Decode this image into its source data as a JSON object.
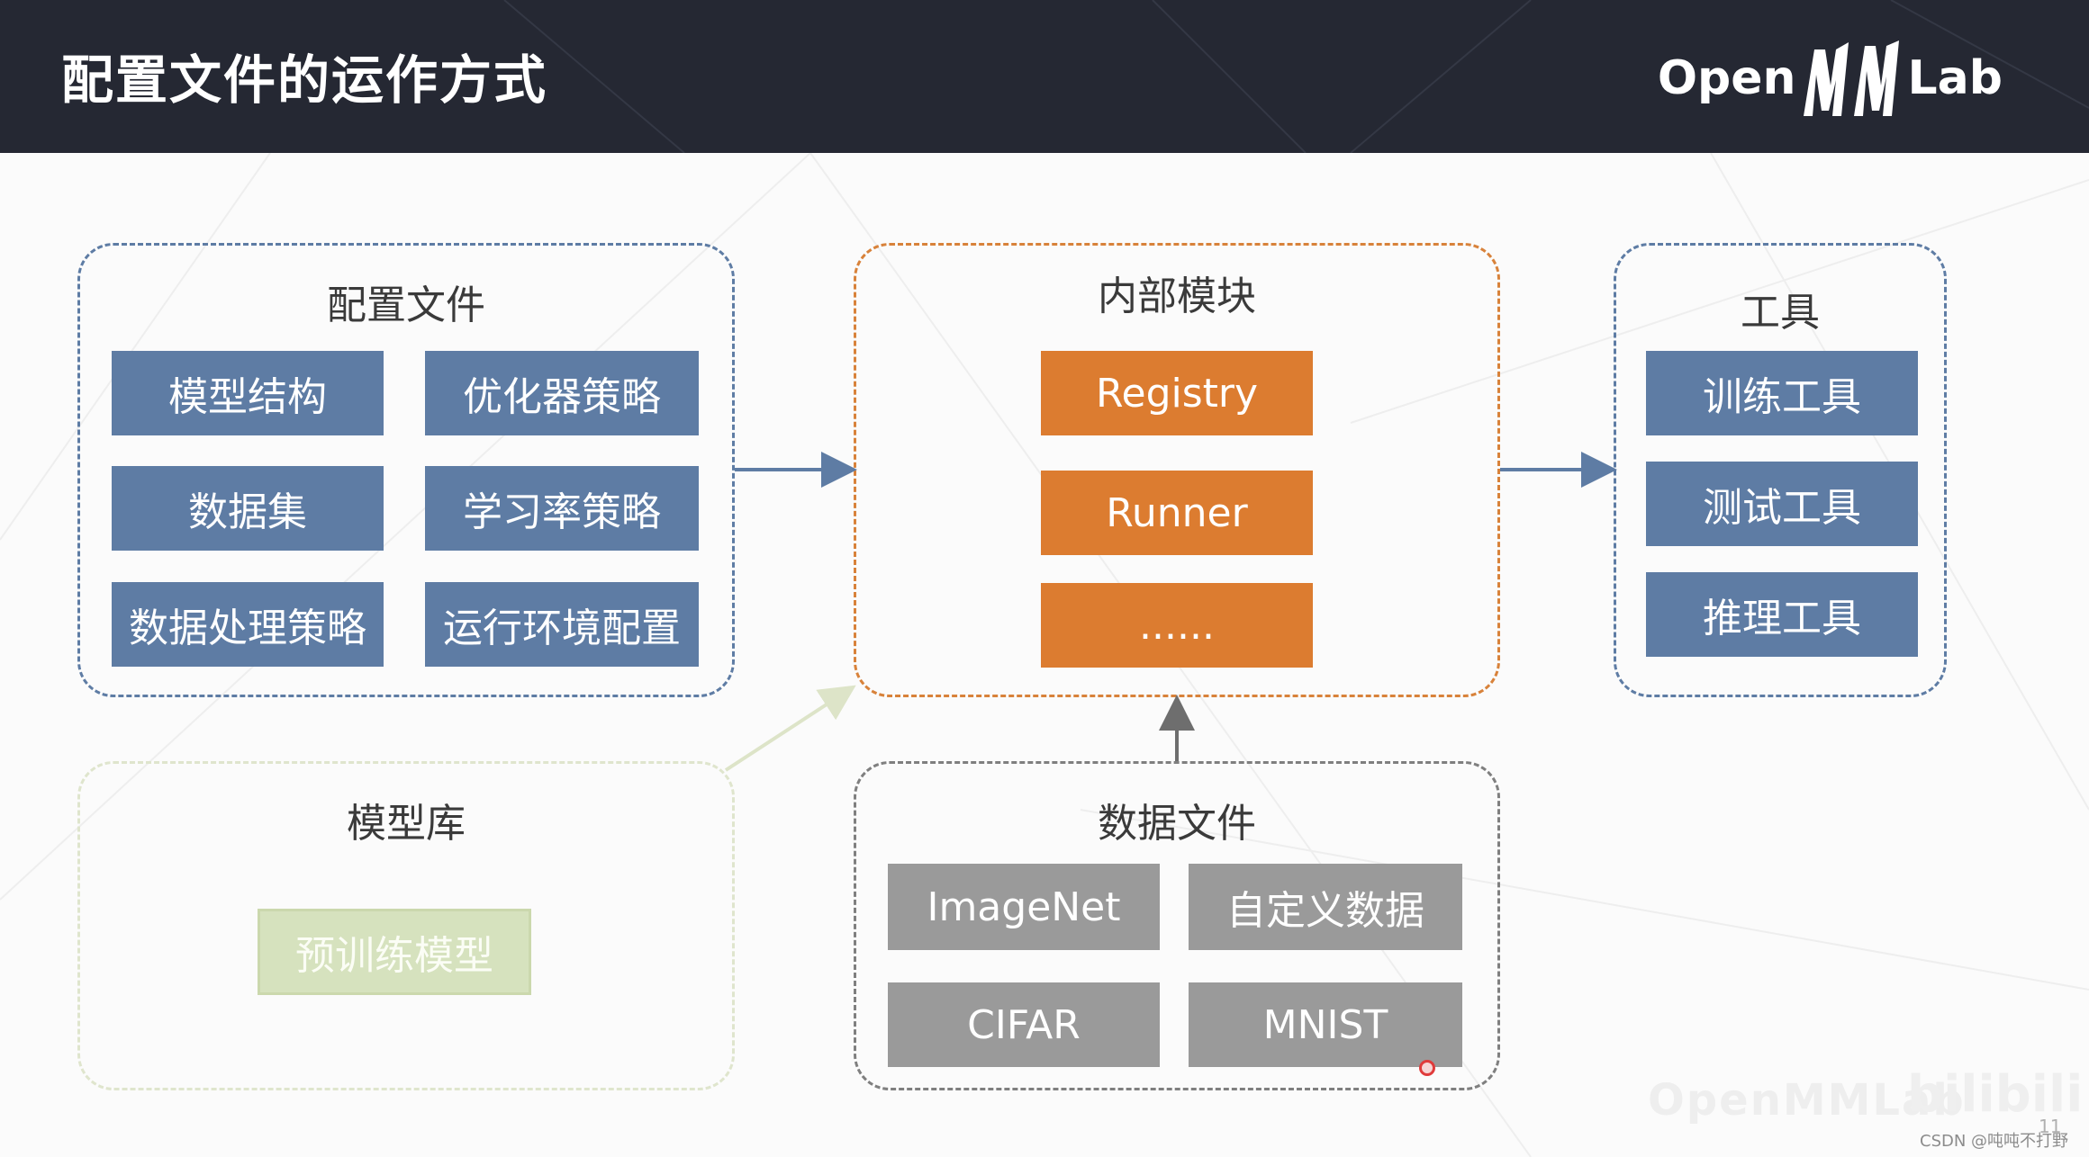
{
  "header": {
    "title": "配置文件的运作方式",
    "logo": {
      "open": "Open",
      "lab": "Lab"
    }
  },
  "config_group": {
    "title": "配置文件",
    "items": [
      "模型结构",
      "优化器策略",
      "数据集",
      "学习率策略",
      "数据处理策略",
      "运行环境配置"
    ]
  },
  "internal_group": {
    "title": "内部模块",
    "items": [
      "Registry",
      "Runner",
      "......"
    ]
  },
  "tools_group": {
    "title": "工具",
    "items": [
      "训练工具",
      "测试工具",
      "推理工具"
    ]
  },
  "model_zoo_group": {
    "title": "模型库",
    "items": [
      "预训练模型"
    ]
  },
  "data_group": {
    "title": "数据文件",
    "items": [
      "ImageNet",
      "自定义数据",
      "CIFAR",
      "MNIST"
    ]
  },
  "footer": {
    "credit": "CSDN @吨吨不打野",
    "page": "11",
    "watermark": "OpenMMLab",
    "platform_mark": "bilibili"
  },
  "colors": {
    "header_bg": "#252833",
    "blue": "#5e7ca4",
    "orange": "#dc7c30",
    "gray": "#9a9a9a",
    "green": "#d6e2be"
  }
}
